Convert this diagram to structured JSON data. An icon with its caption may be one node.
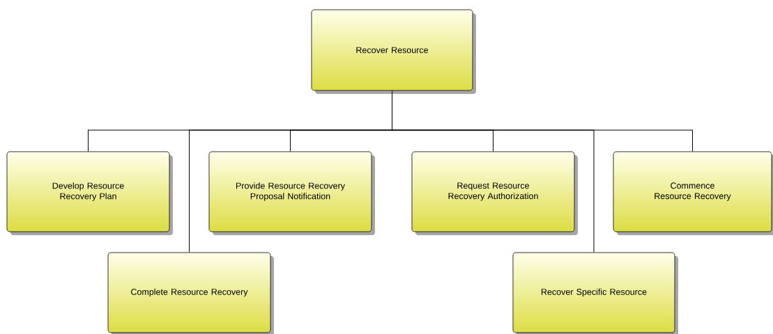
{
  "diagram": {
    "nodes": [
      {
        "text": [
          "Recover Resource"
        ]
      },
      {
        "text": [
          "Develop Resource Recovery Plan"
        ]
      },
      {
        "text": [
          "Provide Resource Recovery Proposal Notification"
        ]
      },
      {
        "text": [
          "Request Resource Recovery Authorization"
        ]
      },
      {
        "text": [
          "Commence Resource Recovery"
        ]
      },
      {
        "text": [
          "Complete Resource Recovery"
        ]
      },
      {
        "text": [
          "Recover Specific Resource"
        ]
      }
    ],
    "edges": [
      {
        "from": 0,
        "to": 1,
        "arrow": "none"
      },
      {
        "from": 0,
        "to": 2,
        "arrow": "none"
      },
      {
        "from": 0,
        "to": 3,
        "arrow": "none"
      },
      {
        "from": 0,
        "to": 4,
        "arrow": "none"
      },
      {
        "from": 0,
        "to": 5,
        "arrow": "none"
      },
      {
        "from": 0,
        "to": 6,
        "arrow": "none"
      }
    ]
  }
}
